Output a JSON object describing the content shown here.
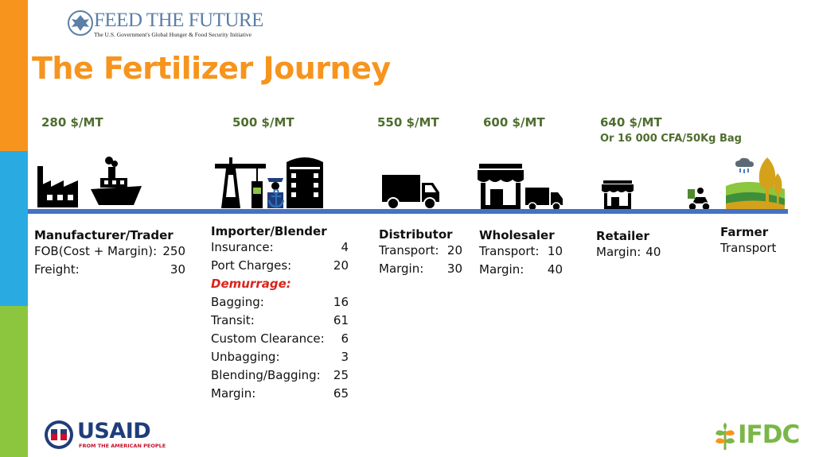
{
  "branding": {
    "ftf_logo_text": "FEED THE FUTURE",
    "ftf_tagline": "The U.S. Government's Global Hunger & Food Security Initiative",
    "usaid_logo_text": "USAID",
    "usaid_tagline": "FROM THE AMERICAN PEOPLE",
    "ifdc_logo_text": "IFDC"
  },
  "title": "The Fertilizer Journey",
  "prices": [
    {
      "label": "280 $/MT"
    },
    {
      "label": "500 $/MT"
    },
    {
      "label": "550 $/MT"
    },
    {
      "label": "600 $/MT"
    },
    {
      "label": "640 $/MT",
      "sub": "Or 16 000 CFA/50Kg Bag"
    }
  ],
  "stages": [
    {
      "name": "Manufacturer/Trader",
      "costs": [
        {
          "label": "FOB(Cost + Margin):",
          "value": "250"
        },
        {
          "label": "Freight:",
          "value": "30"
        }
      ]
    },
    {
      "name": "Importer/Blender",
      "costs": [
        {
          "label": "Insurance:",
          "value": "4"
        },
        {
          "label": "Port Charges:",
          "value": "20"
        },
        {
          "label": "Demurrage:",
          "value": ""
        },
        {
          "label": "Bagging:",
          "value": "16"
        },
        {
          "label": "Transit:",
          "value": "61"
        },
        {
          "label": "Custom Clearance:",
          "value": "6"
        },
        {
          "label": "Unbagging:",
          "value": "3"
        },
        {
          "label": "Blending/Bagging:",
          "value": "25"
        },
        {
          "label": "Margin:",
          "value": "65"
        }
      ]
    },
    {
      "name": "Distributor",
      "costs": [
        {
          "label": "Transport:",
          "value": "20"
        },
        {
          "label": "Margin:",
          "value": "30"
        }
      ]
    },
    {
      "name": "Wholesaler",
      "costs": [
        {
          "label": "Transport:",
          "value": "10"
        },
        {
          "label": "Margin:",
          "value": "40"
        }
      ]
    },
    {
      "name": "Retailer",
      "costs": [
        {
          "label": "Margin:",
          "value": "40"
        }
      ]
    },
    {
      "name": "Farmer",
      "costs": [
        {
          "label": "Transport",
          "value": ""
        }
      ]
    }
  ],
  "icons": [
    "factory-icon",
    "cargo-ship-icon",
    "port-crane-icon",
    "customs-officer-icon",
    "anchor-icon",
    "storage-silo-icon",
    "delivery-truck-icon",
    "wholesale-store-icon",
    "small-truck-icon",
    "retail-shop-icon",
    "motorbike-icon",
    "farm-field-icon",
    "tree-icon",
    "rain-cloud-icon"
  ],
  "colors": {
    "title": "#f7941d",
    "price": "#4f6d2f",
    "timeline": "#4472c4",
    "demurrage": "#d9241b",
    "bar_orange": "#f7941d",
    "bar_blue": "#29abe2",
    "bar_green": "#8cc63f"
  }
}
